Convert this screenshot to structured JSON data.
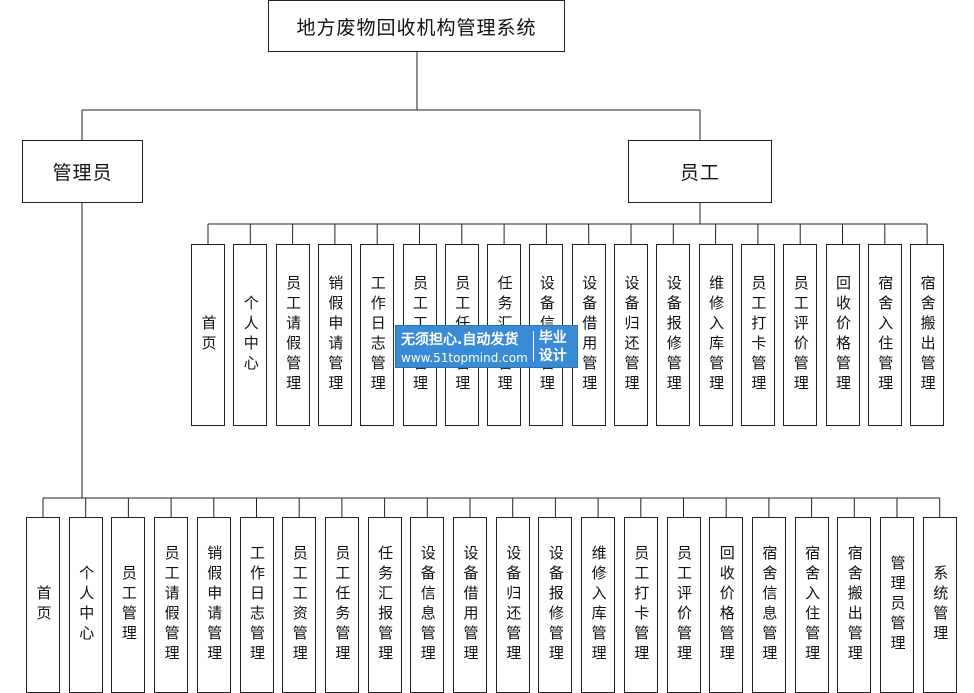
{
  "diagram": {
    "root": "地方废物回收机构管理系统",
    "groups": [
      {
        "label": "管理员",
        "items": [
          "首页",
          "个人中心",
          "员工管理",
          "员工请假管理",
          "销假申请管理",
          "工作日志管理",
          "员工工资管理",
          "员工任务管理",
          "任务汇报管理",
          "设备信息管理",
          "设备借用管理",
          "设备归还管理",
          "设备报修管理",
          "维修入库管理",
          "员工打卡管理",
          "员工评价管理",
          "回收价格管理",
          "宿舍信息管理",
          "宿舍入住管理",
          "宿舍搬出管理",
          "管理员管理",
          "系统管理"
        ]
      },
      {
        "label": "员工",
        "items": [
          "首页",
          "个人中心",
          "员工请假管理",
          "销假申请管理",
          "工作日志管理",
          "员工工资管理",
          "员工任务管理",
          "任务汇报管理",
          "设备信息管理",
          "设备借用管理",
          "设备归还管理",
          "设备报修管理",
          "维修入库管理",
          "员工打卡管理",
          "员工评价管理",
          "回收价格管理",
          "宿舍入住管理",
          "宿舍搬出管理"
        ]
      }
    ]
  },
  "watermark": {
    "line1": "无须担心.自动发货",
    "line2": "www.51topmind.com",
    "right1": "毕业",
    "right2": "设计"
  }
}
